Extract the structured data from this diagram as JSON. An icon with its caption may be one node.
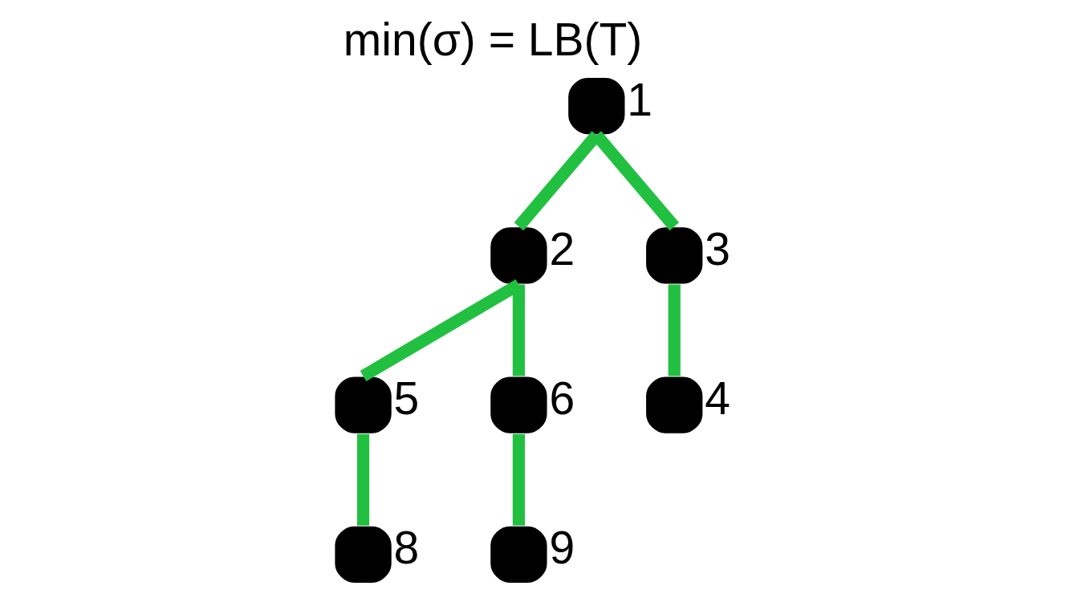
{
  "diagram": {
    "title": "min(σ) = LB(T)",
    "nodes": [
      {
        "text": [],
        "shape": "circle",
        "beside": [
          "1"
        ]
      },
      {
        "text": [],
        "shape": "circle",
        "beside": [
          "2"
        ]
      },
      {
        "text": [],
        "shape": "circle",
        "beside": [
          "3"
        ]
      },
      {
        "text": [],
        "shape": "circle",
        "beside": [
          "5"
        ]
      },
      {
        "text": [],
        "shape": "circle",
        "beside": [
          "6"
        ]
      },
      {
        "text": [],
        "shape": "circle",
        "beside": [
          "4"
        ]
      },
      {
        "text": [],
        "shape": "circle",
        "beside": [
          "8"
        ]
      },
      {
        "text": [],
        "shape": "circle",
        "beside": [
          "9"
        ]
      }
    ],
    "edges": [
      {
        "from": 0,
        "to": 1,
        "arrow": "none"
      },
      {
        "from": 0,
        "to": 2,
        "arrow": "none"
      },
      {
        "from": 1,
        "to": 3,
        "arrow": "none"
      },
      {
        "from": 1,
        "to": 4,
        "arrow": "none"
      },
      {
        "from": 2,
        "to": 5,
        "arrow": "none"
      },
      {
        "from": 3,
        "to": 6,
        "arrow": "none"
      },
      {
        "from": 4,
        "to": 7,
        "arrow": "none"
      }
    ]
  }
}
